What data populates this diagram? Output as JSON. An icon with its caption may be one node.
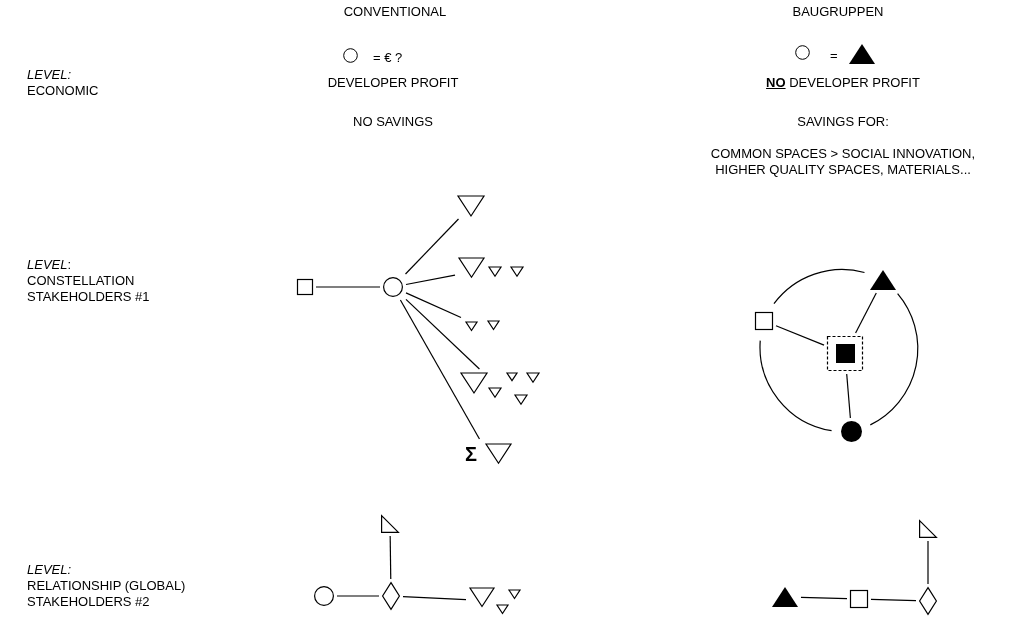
{
  "diagram": {
    "nodes": [
      {
        "text": [],
        "shape": "box"
      },
      {
        "text": [],
        "shape": "circle"
      },
      {
        "text": [],
        "shape": "triangle"
      },
      {
        "text": [],
        "shape": "triangle"
      },
      {
        "text": [],
        "shape": "triangle"
      },
      {
        "text": [],
        "shape": "triangle"
      },
      {
        "text": [
          "Σ"
        ]
      },
      {
        "text": [],
        "shape": "box"
      },
      {
        "text": [],
        "shape": "triangle"
      },
      {
        "text": [],
        "shape": "box"
      },
      {
        "text": [],
        "shape": "box",
        "in": 9
      },
      {
        "text": [],
        "shape": "circle"
      },
      {
        "text": [],
        "shape": "triangle"
      },
      {
        "text": [],
        "shape": "circle"
      },
      {
        "text": [],
        "shape": "diamond"
      },
      {
        "text": [],
        "shape": "triangle"
      },
      {
        "text": [],
        "shape": "triangle"
      },
      {
        "text": [],
        "shape": "triangle"
      },
      {
        "text": [],
        "shape": "box"
      },
      {
        "text": [],
        "shape": "diamond"
      }
    ],
    "edges": [
      {
        "from": 0,
        "to": 1,
        "arrow": "none"
      },
      {
        "from": 1,
        "to": 2,
        "arrow": "none"
      },
      {
        "from": 1,
        "to": 3,
        "arrow": "none"
      },
      {
        "from": 1,
        "to": 4,
        "arrow": "none"
      },
      {
        "from": 1,
        "to": 5,
        "arrow": "none"
      },
      {
        "from": 1,
        "to": 6,
        "arrow": "none"
      },
      {
        "from": 7,
        "to": 9,
        "arrow": "none"
      },
      {
        "from": 8,
        "to": 9,
        "arrow": "none"
      },
      {
        "from": 9,
        "to": 11,
        "arrow": "none"
      },
      {
        "from": 7,
        "to": 8,
        "arrow": "none"
      },
      {
        "from": 8,
        "to": 11,
        "arrow": "none"
      },
      {
        "from": 11,
        "to": 7,
        "arrow": "none"
      },
      {
        "from": 12,
        "to": 14,
        "arrow": "none"
      },
      {
        "from": 13,
        "to": 14,
        "arrow": "none"
      },
      {
        "from": 14,
        "to": 15,
        "arrow": "none"
      },
      {
        "from": 16,
        "to": 19,
        "arrow": "none"
      },
      {
        "from": 17,
        "to": 18,
        "arrow": "none"
      },
      {
        "from": 18,
        "to": 19,
        "arrow": "none"
      }
    ],
    "labels": [
      "CONVENTIONAL",
      "BAUGRUPPEN",
      "= € ?",
      "=",
      "LEVEL:",
      "ECONOMIC",
      "DEVELOPER PROFIT",
      "**NO** DEVELOPER PROFIT",
      "NO SAVINGS",
      "SAVINGS FOR:",
      "COMMON SPACES > SOCIAL INNOVATION, HIGHER QUALITY SPACES, MATERIALS...",
      "*LEVEL*:",
      "CONSTELLATION STAKEHOLDERS #1",
      "LEVEL:",
      "RELATIONSHIP (GLOBAL) STAKEHOLDERS #2"
    ]
  }
}
